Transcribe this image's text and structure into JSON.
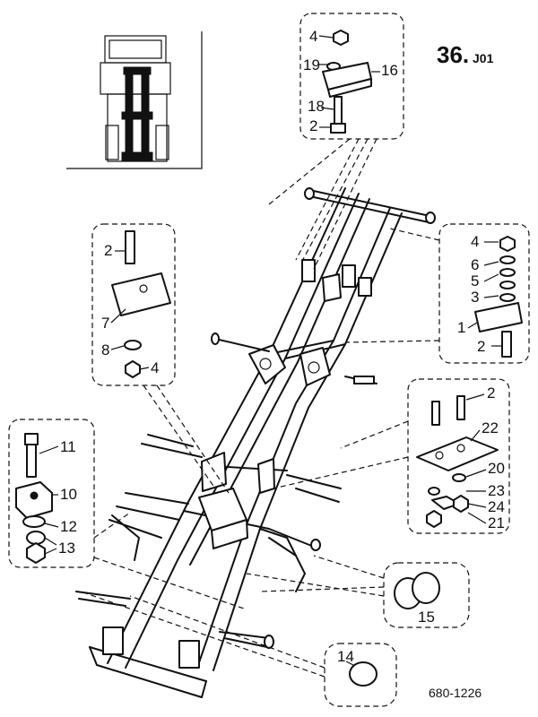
{
  "page": {
    "number": "36.",
    "section": "J01",
    "drawing_ref": "680-1226"
  },
  "callouts": {
    "top": [
      "4",
      "19",
      "16",
      "18",
      "2"
    ],
    "left": [
      "2",
      "7",
      "8",
      "4"
    ],
    "right": [
      "4",
      "6",
      "5",
      "3",
      "1",
      "2"
    ],
    "bracket": [
      "11",
      "10",
      "12",
      "13"
    ],
    "plate": [
      "2",
      "22",
      "20",
      "23",
      "24",
      "21"
    ],
    "caps": [
      "15"
    ],
    "plug": [
      "14"
    ]
  },
  "icons": [
    "truck-front-thumbnail",
    "chassis-frame",
    "bolt",
    "nut",
    "washer",
    "spacer-block",
    "cap",
    "plug"
  ]
}
